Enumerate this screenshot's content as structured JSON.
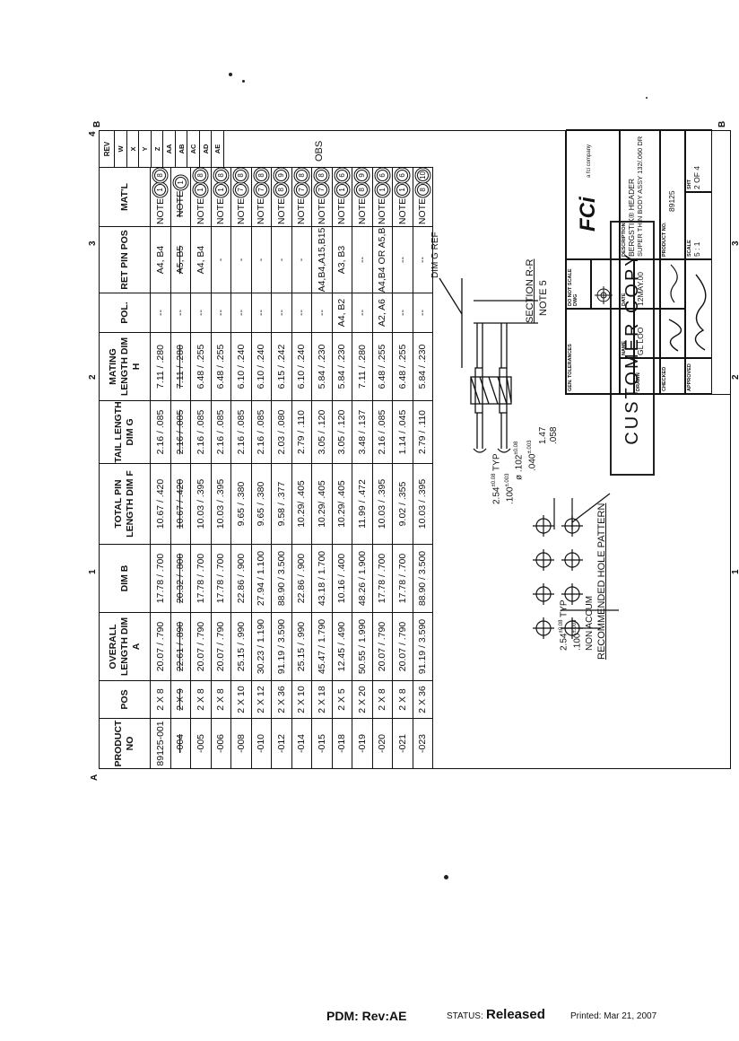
{
  "table": {
    "headers": [
      "PRODUCT NO",
      "POS",
      "OVERALL LENGTH DIM A",
      "DIM B",
      "TOTAL PIN LENGTH DIM F",
      "TAIL LENGTH DIM G",
      "MATING LENGTH DIM H",
      "POL.",
      "RET PIN POS",
      "MAT'L"
    ],
    "rows": [
      {
        "product": "89125-001",
        "pos": "2 X 8",
        "dim_a": "20.07 / .790",
        "dim_b": "17.78 / .700",
        "dim_f": "10.67 / .420",
        "dim_g": "2.16 / .085",
        "dim_h": "7.11 / .280",
        "pol": "--",
        "ret": "A4, B4",
        "matl": "NOTE",
        "n1": "1",
        "n2": "8",
        "struck": false
      },
      {
        "product": "-004",
        "pos": "2 X 9",
        "dim_a": "22.61 / .890",
        "dim_b": "20.32 / .800",
        "dim_f": "10.67 / .420",
        "dim_g": "2.16 / .085",
        "dim_h": "7.11 / .280",
        "pol": "--",
        "ret": "A5, B5",
        "matl": "NOTE",
        "n1": "1",
        "n2": "",
        "struck": true
      },
      {
        "product": "-005",
        "pos": "2 X 8",
        "dim_a": "20.07 / .790",
        "dim_b": "17.78 / .700",
        "dim_f": "10.03 / .395",
        "dim_g": "2.16 / .085",
        "dim_h": "6.48 / .255",
        "pol": "--",
        "ret": "A4, B4",
        "matl": "NOTE",
        "n1": "1",
        "n2": "8",
        "struck": false
      },
      {
        "product": "-006",
        "pos": "2 X 8",
        "dim_a": "20.07 / .790",
        "dim_b": "17.78 / .700",
        "dim_f": "10.03 / .395",
        "dim_g": "2.16 / .085",
        "dim_h": "6.48 / .255",
        "pol": "--",
        "ret": "-",
        "matl": "NOTE",
        "n1": "1",
        "n2": "8",
        "struck": false
      },
      {
        "product": "-008",
        "pos": "2 X 10",
        "dim_a": "25.15 / .990",
        "dim_b": "22.86 / .900",
        "dim_f": "9.65 / .380",
        "dim_g": "2.16 / .085",
        "dim_h": "6.10 / .240",
        "pol": "--",
        "ret": "-",
        "matl": "NOTE",
        "n1": "7",
        "n2": "8",
        "struck": false
      },
      {
        "product": "-010",
        "pos": "2 X 12",
        "dim_a": "30.23 / 1.190",
        "dim_b": "27.94 / 1.100",
        "dim_f": "9.65 / .380",
        "dim_g": "2.16 / .085",
        "dim_h": "6.10 / .240",
        "pol": "--",
        "ret": "-",
        "matl": "NOTE",
        "n1": "7",
        "n2": "8",
        "struck": false
      },
      {
        "product": "-012",
        "pos": "2 X 36",
        "dim_a": "91.19 / 3.590",
        "dim_b": "88.90 / 3.500",
        "dim_f": "9.58 / .377",
        "dim_g": "2.03 / .080",
        "dim_h": "6.15 / .242",
        "pol": "--",
        "ret": "-",
        "matl": "NOTE",
        "n1": "8",
        "n2": "9",
        "struck": false
      },
      {
        "product": "-014",
        "pos": "2 X 10",
        "dim_a": "25.15 / .990",
        "dim_b": "22.86 / .900",
        "dim_f": "10.29/ .405",
        "dim_g": "2.79 / .110",
        "dim_h": "6.10 / .240",
        "pol": "--",
        "ret": "-",
        "matl": "NOTE",
        "n1": "7",
        "n2": "8",
        "struck": false
      },
      {
        "product": "-015",
        "pos": "2 X 18",
        "dim_a": "45.47 / 1.790",
        "dim_b": "43.18 / 1.700",
        "dim_f": "10.29/ .405",
        "dim_g": "3.05 / .120",
        "dim_h": "5.84 / .230",
        "pol": "--",
        "ret": "A4,B4,A15,B15",
        "matl": "NOTE",
        "n1": "7",
        "n2": "8",
        "struck": false
      },
      {
        "product": "-018",
        "pos": "2 X 5",
        "dim_a": "12.45 / .490",
        "dim_b": "10.16 / .400",
        "dim_f": "10.29/ .405",
        "dim_g": "3.05 / .120",
        "dim_h": "5.84 / .230",
        "pol": "A4, B2",
        "ret": "A3, B3",
        "matl": "NOTE",
        "n1": "1",
        "n2": "6",
        "struck": false
      },
      {
        "product": "-019",
        "pos": "2 X 20",
        "dim_a": "50.55 / 1.990",
        "dim_b": "48.26 / 1.900",
        "dim_f": "11.99 / .472",
        "dim_g": "3.48 / .137",
        "dim_h": "7.11 / .280",
        "pol": "--",
        "ret": "--",
        "matl": "NOTE",
        "n1": "8",
        "n2": "9",
        "struck": false
      },
      {
        "product": "-020",
        "pos": "2 X 8",
        "dim_a": "20.07 / .790",
        "dim_b": "17.78 / .700",
        "dim_f": "10.03 / .395",
        "dim_g": "2.16 / .085",
        "dim_h": "6.48 / .255",
        "pol": "A2, A6",
        "ret": "A4,B4 OR A5,B5",
        "matl": "NOTE",
        "n1": "1",
        "n2": "6",
        "struck": false
      },
      {
        "product": "-021",
        "pos": "2 X 8",
        "dim_a": "20.07 / .790",
        "dim_b": "17.78 / .700",
        "dim_f": "9.02 / .355",
        "dim_g": "1.14 / .045",
        "dim_h": "6.48 / .255",
        "pol": "--",
        "ret": "--",
        "matl": "NOTE",
        "n1": "1",
        "n2": "6",
        "struck": false
      },
      {
        "product": "-023",
        "pos": "2 X 36",
        "dim_a": "91.19 / 3.590",
        "dim_b": "88.90 / 3.500",
        "dim_f": "10.03 / .395",
        "dim_g": "2.79 / .110",
        "dim_h": "5.84 / .230",
        "pol": "--",
        "ret": "--",
        "matl": "NOTE",
        "n1": "8",
        "n2": "10",
        "struck": false
      }
    ]
  },
  "revisions": {
    "header": "REV",
    "letters": [
      "W",
      "X",
      "Y",
      "Z",
      "AA",
      "AB",
      "AC",
      "AD",
      "AE"
    ]
  },
  "obs_label": "OBS",
  "zones": {
    "top_1": "1",
    "top_2": "2",
    "top_3": "3",
    "top_4": "4",
    "bot_1": "1",
    "bot_2": "2",
    "bot_3": "3",
    "left": "A",
    "right": "B",
    "corner_b": "B"
  },
  "hole_pattern": {
    "title": "RECOMMENDED HOLE PATTERN",
    "pitch_mm": "2.54",
    "pitch_tol": "±0.08",
    "pitch_in": ".100",
    "pitch_in_tol": "±.003",
    "pitch_typ": "TYP",
    "non_accum": "NON ACCUM",
    "dia_mm": ".102",
    "dia_tol": "±0.08",
    "dia_in": ".040",
    "dia_in_tol": "±.003",
    "dia_symbol": "ø",
    "typ": "TYP"
  },
  "section": {
    "title": "SECTION R-R",
    "note": "NOTE 5",
    "dim_g_ref": "DIM G REF",
    "dim_mm": "1.47",
    "dim_in": ".058"
  },
  "stamp": "CUSTOMER COPY",
  "title_block": {
    "tol_label": "GEN. TOLERANCES",
    "no_scale": "DO NOT SCALE DWG",
    "name_label": "NAME",
    "date_label": "DATE",
    "drawn_label": "DRAWN",
    "drawn_name": "GL LOO",
    "drawn_date": "12MAY.00",
    "checked_label": "CHECKED",
    "approved_label": "APPROVED",
    "desc_label": "DESCRIPTION",
    "desc_line1": "BERGSTIK® HEADER",
    "desc_line2": "SUPER THIN BODY ASSY 132/.060 DR",
    "product_label": "PRODUCT NO.",
    "product_no": "89125",
    "scale_label": "SCALE",
    "scale": "5 : 1",
    "sheet_label": "SHT",
    "sheet": "2 OF 4",
    "logo": "FCi",
    "logo_sub": "a fci company"
  },
  "footer": {
    "pdm": "PDM: Rev:AE",
    "status_label": "STATUS:",
    "status_value": "Released",
    "printed": "Printed: Mar 21, 2007"
  }
}
